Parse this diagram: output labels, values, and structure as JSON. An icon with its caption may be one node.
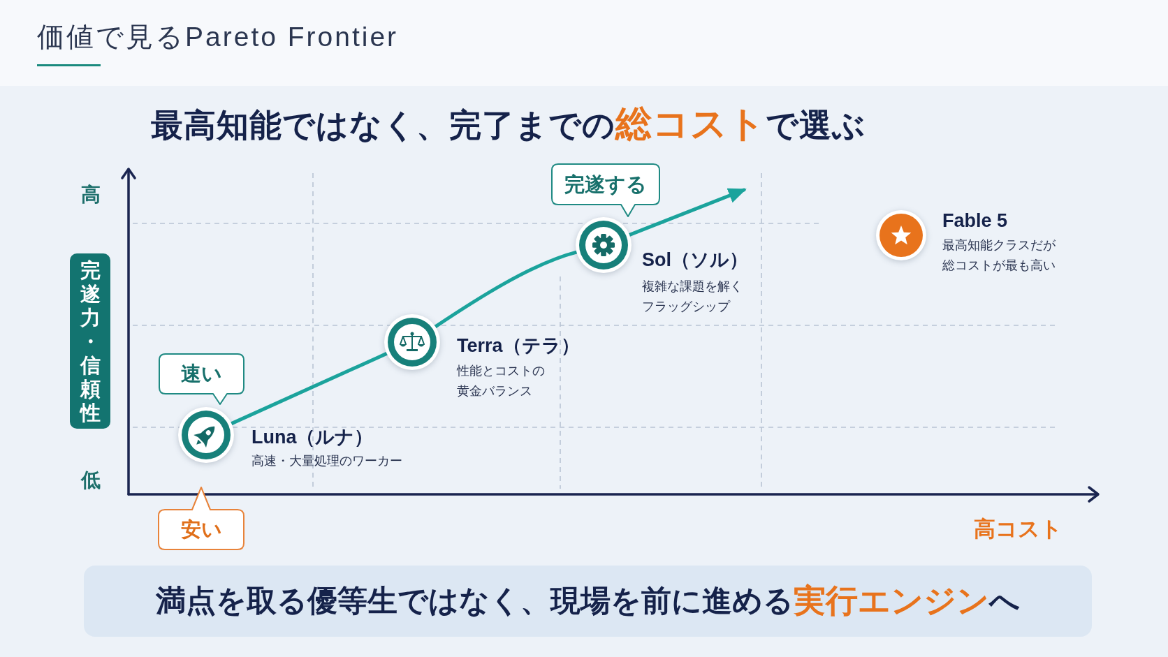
{
  "diagram": {
    "title": "価値で見るPareto Frontier",
    "nodes": [
      {
        "text": [
          "完遂力・信頼性"
        ]
      },
      {
        "text": [
          "速い"
        ]
      },
      {
        "text": [],
        "shape": "circle",
        "beside": [
          "Luna（ルナ）",
          "高速・大量処理のワーカー"
        ]
      },
      {
        "text": [
          "安い"
        ]
      },
      {
        "text": [],
        "shape": "circle",
        "beside": [
          "Terra（テラ）",
          "性能とコストの黄金バランス"
        ]
      },
      {
        "text": [
          "完遂する"
        ]
      },
      {
        "text": [],
        "shape": "circle",
        "beside": [
          "Sol（ソル）",
          "複雑な課題を解くフラッグシップ"
        ]
      },
      {
        "text": [],
        "shape": "circle",
        "beside": [
          "Fable 5",
          "最高知能クラスだが総コストが最も高い"
        ]
      },
      {
        "text": [
          "満点を取る優等生ではなく、現場を前に進める**実行エンジン**へ"
        ]
      }
    ],
    "edges": [
      {
        "from": 2,
        "to": 4,
        "arrow": "none"
      },
      {
        "from": 4,
        "to": 6,
        "arrow": "none"
      },
      {
        "from": 6,
        "to": null,
        "arrow": "to"
      }
    ],
    "labels": [
      "最高知能ではなく、完了までの**総コスト**で選ぶ",
      "高",
      "低",
      "高コスト"
    ]
  }
}
